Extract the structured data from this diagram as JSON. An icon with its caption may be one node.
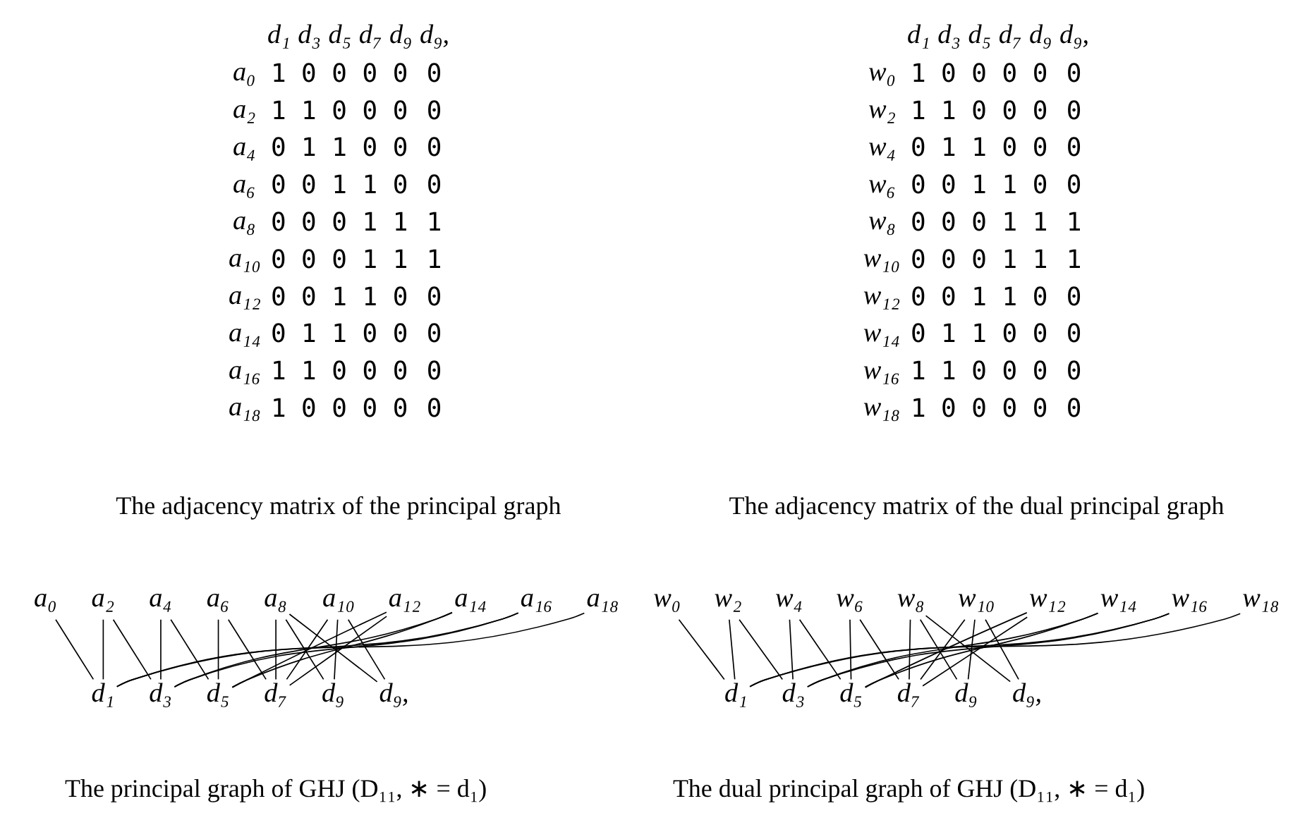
{
  "diagram": {
    "nodes": [
      {
        "text": [
          "a₀"
        ]
      },
      {
        "text": [
          "a₂"
        ]
      },
      {
        "text": [
          "a₄"
        ]
      },
      {
        "text": [
          "a₆"
        ]
      },
      {
        "text": [
          "a₈"
        ]
      },
      {
        "text": [
          "a₁₀"
        ]
      },
      {
        "text": [
          "a₁₂"
        ]
      },
      {
        "text": [
          "a₁₄"
        ]
      },
      {
        "text": [
          "a₁₆"
        ]
      },
      {
        "text": [
          "a₁₈"
        ]
      },
      {
        "text": [
          "d₁"
        ]
      },
      {
        "text": [
          "d₃"
        ]
      },
      {
        "text": [
          "d₅"
        ]
      },
      {
        "text": [
          "d₇"
        ]
      },
      {
        "text": [
          "d₉"
        ]
      },
      {
        "text": [
          "d₉,"
        ]
      },
      {
        "text": [
          "w₀"
        ]
      },
      {
        "text": [
          "w₂"
        ]
      },
      {
        "text": [
          "w₄"
        ]
      },
      {
        "text": [
          "w₆"
        ]
      },
      {
        "text": [
          "w₈"
        ]
      },
      {
        "text": [
          "w₁₀"
        ]
      },
      {
        "text": [
          "w₁₂"
        ]
      },
      {
        "text": [
          "w₁₄"
        ]
      },
      {
        "text": [
          "w₁₆"
        ]
      },
      {
        "text": [
          "w₁₈"
        ]
      },
      {
        "text": [
          "d₁"
        ]
      },
      {
        "text": [
          "d₃"
        ]
      },
      {
        "text": [
          "d₅"
        ]
      },
      {
        "text": [
          "d₇"
        ]
      },
      {
        "text": [
          "d₉"
        ]
      },
      {
        "text": [
          "d₉,"
        ]
      }
    ],
    "edges": [
      {
        "from": 0,
        "to": 10,
        "arrow": "none"
      },
      {
        "from": 1,
        "to": 10,
        "arrow": "none"
      },
      {
        "from": 1,
        "to": 11,
        "arrow": "none"
      },
      {
        "from": 2,
        "to": 11,
        "arrow": "none"
      },
      {
        "from": 2,
        "to": 12,
        "arrow": "none"
      },
      {
        "from": 3,
        "to": 12,
        "arrow": "none"
      },
      {
        "from": 3,
        "to": 13,
        "arrow": "none"
      },
      {
        "from": 4,
        "to": 13,
        "arrow": "none"
      },
      {
        "from": 4,
        "to": 14,
        "arrow": "none"
      },
      {
        "from": 4,
        "to": 15,
        "arrow": "none"
      },
      {
        "from": 5,
        "to": 13,
        "arrow": "none"
      },
      {
        "from": 5,
        "to": 14,
        "arrow": "none"
      },
      {
        "from": 5,
        "to": 15,
        "arrow": "none"
      },
      {
        "from": 6,
        "to": 12,
        "arrow": "none"
      },
      {
        "from": 6,
        "to": 13,
        "arrow": "none"
      },
      {
        "from": 7,
        "to": 11,
        "arrow": "none"
      },
      {
        "from": 7,
        "to": 12,
        "arrow": "none"
      },
      {
        "from": 8,
        "to": 10,
        "arrow": "none"
      },
      {
        "from": 8,
        "to": 11,
        "arrow": "none"
      },
      {
        "from": 9,
        "to": 10,
        "arrow": "none"
      },
      {
        "from": 16,
        "to": 26,
        "arrow": "none"
      },
      {
        "from": 17,
        "to": 26,
        "arrow": "none"
      },
      {
        "from": 17,
        "to": 27,
        "arrow": "none"
      },
      {
        "from": 18,
        "to": 27,
        "arrow": "none"
      },
      {
        "from": 18,
        "to": 28,
        "arrow": "none"
      },
      {
        "from": 19,
        "to": 28,
        "arrow": "none"
      },
      {
        "from": 19,
        "to": 29,
        "arrow": "none"
      },
      {
        "from": 20,
        "to": 29,
        "arrow": "none"
      },
      {
        "from": 20,
        "to": 30,
        "arrow": "none"
      },
      {
        "from": 20,
        "to": 31,
        "arrow": "none"
      },
      {
        "from": 21,
        "to": 29,
        "arrow": "none"
      },
      {
        "from": 21,
        "to": 30,
        "arrow": "none"
      },
      {
        "from": 21,
        "to": 31,
        "arrow": "none"
      },
      {
        "from": 22,
        "to": 28,
        "arrow": "none"
      },
      {
        "from": 22,
        "to": 29,
        "arrow": "none"
      },
      {
        "from": 23,
        "to": 27,
        "arrow": "none"
      },
      {
        "from": 23,
        "to": 28,
        "arrow": "none"
      },
      {
        "from": 24,
        "to": 26,
        "arrow": "none"
      },
      {
        "from": 24,
        "to": 27,
        "arrow": "none"
      },
      {
        "from": 25,
        "to": 26,
        "arrow": "none"
      }
    ],
    "labels": [
      "d₁",
      "d₃",
      "d₅",
      "d₇",
      "d₉",
      "d₉,",
      "a₀",
      "1",
      "0",
      "0",
      "0",
      "0",
      "0",
      "a₂",
      "1",
      "1",
      "0",
      "0",
      "0",
      "0",
      "a₄",
      "0",
      "1",
      "1",
      "0",
      "0",
      "0",
      "a₆",
      "0",
      "0",
      "1",
      "1",
      "0",
      "0",
      "a₈",
      "0",
      "0",
      "0",
      "1",
      "1",
      "1",
      "a₁₀",
      "0",
      "0",
      "0",
      "1",
      "1",
      "1",
      "a₁₂",
      "0",
      "0",
      "1",
      "1",
      "0",
      "0",
      "a₁₄",
      "0",
      "1",
      "1",
      "0",
      "0",
      "0",
      "a₁₆",
      "1",
      "1",
      "0",
      "0",
      "0",
      "0",
      "a₁₈",
      "1",
      "0",
      "0",
      "0",
      "0",
      "0",
      "The adjacency matrix of the principal graph",
      "d₁",
      "d₃",
      "d₅",
      "d₇",
      "d₉",
      "d₉,",
      "w₀",
      "1",
      "0",
      "0",
      "0",
      "0",
      "0",
      "w₂",
      "1",
      "1",
      "0",
      "0",
      "0",
      "0",
      "w₄",
      "0",
      "1",
      "1",
      "0",
      "0",
      "0",
      "w₆",
      "0",
      "0",
      "1",
      "1",
      "0",
      "0",
      "w₈",
      "0",
      "0",
      "0",
      "1",
      "1",
      "1",
      "w₁₀",
      "0",
      "0",
      "0",
      "1",
      "1",
      "1",
      "w₁₂",
      "0",
      "0",
      "1",
      "1",
      "0",
      "0",
      "w₁₄",
      "0",
      "1",
      "1",
      "0",
      "0",
      "0",
      "w₁₆",
      "1",
      "1",
      "0",
      "0",
      "0",
      "0",
      "w₁₈",
      "1",
      "0",
      "0",
      "0",
      "0",
      "0",
      "The adjacency matrix of the dual principal graph",
      "The principal graph of GHJ (D₁₁, ∗ = d₁)",
      "The dual principal graph of GHJ (D₁₁, ∗ = d₁)"
    ]
  }
}
